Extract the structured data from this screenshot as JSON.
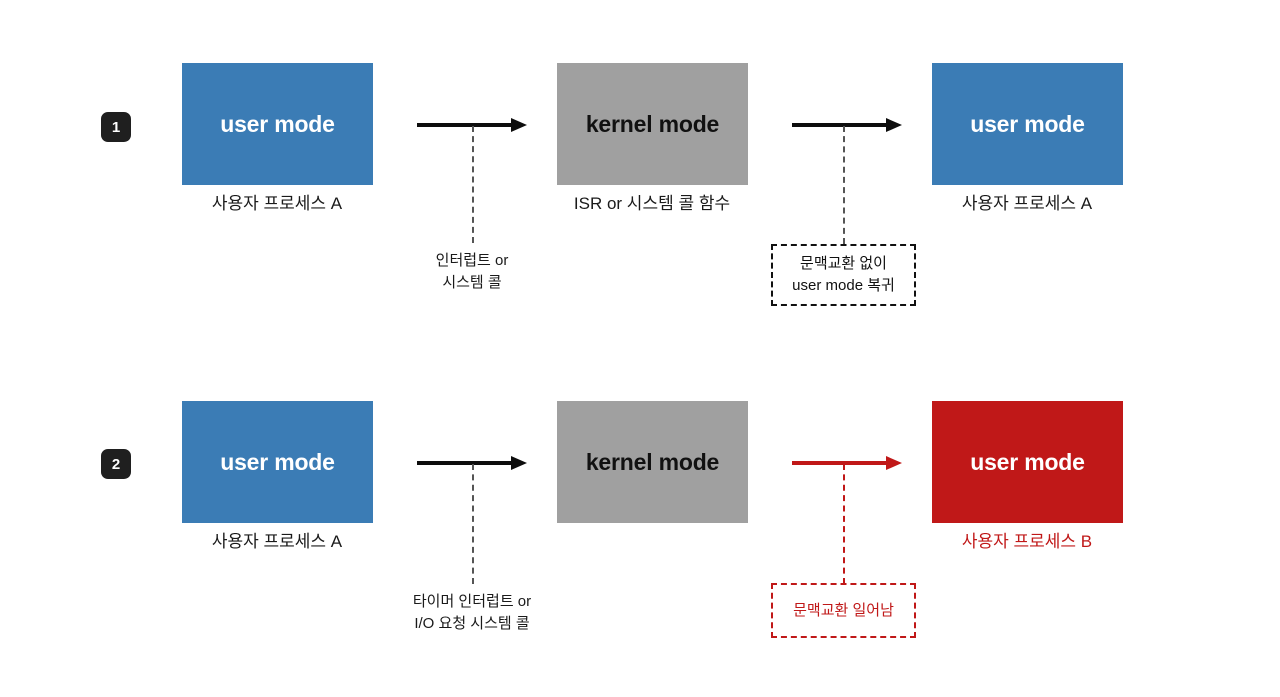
{
  "diagram": {
    "title_text": "",
    "colors": {
      "user_mode_blue": "#3b7cb5",
      "kernel_mode_gray": "#a0a0a0",
      "user_mode_red": "#c01818",
      "badge_dark": "#1f1f1f",
      "arrow_black": "#0d0d0d",
      "dash_gray": "#8a8a8a"
    },
    "rows": [
      {
        "badge": "1",
        "boxes": [
          {
            "label": "user mode",
            "caption": "사용자 프로세스 A",
            "color": "blue"
          },
          {
            "label": "kernel mode",
            "caption": "ISR or 시스템 콜 함수",
            "color": "gray"
          },
          {
            "label": "user mode",
            "caption": "사용자 프로세스 A",
            "color": "blue"
          }
        ],
        "transitions": [
          {
            "arrow_color": "black",
            "annotation_line1": "인터럽트 or",
            "annotation_line2": "시스템 콜",
            "boxed": false
          },
          {
            "arrow_color": "black",
            "annotation_line1": "문맥교환 없이",
            "annotation_line2": "user mode 복귀",
            "boxed": true
          }
        ]
      },
      {
        "badge": "2",
        "boxes": [
          {
            "label": "user mode",
            "caption": "사용자 프로세스 A",
            "color": "blue"
          },
          {
            "label": "kernel mode",
            "caption": "",
            "color": "gray"
          },
          {
            "label": "user mode",
            "caption": "사용자 프로세스 B",
            "color": "red"
          }
        ],
        "transitions": [
          {
            "arrow_color": "black",
            "annotation_line1": "타이머 인터럽트 or",
            "annotation_line2": "I/O 요청 시스템 콜",
            "boxed": false
          },
          {
            "arrow_color": "red",
            "annotation_line1": "문맥교환 일어남",
            "annotation_line2": "",
            "boxed": true
          }
        ]
      }
    ]
  }
}
